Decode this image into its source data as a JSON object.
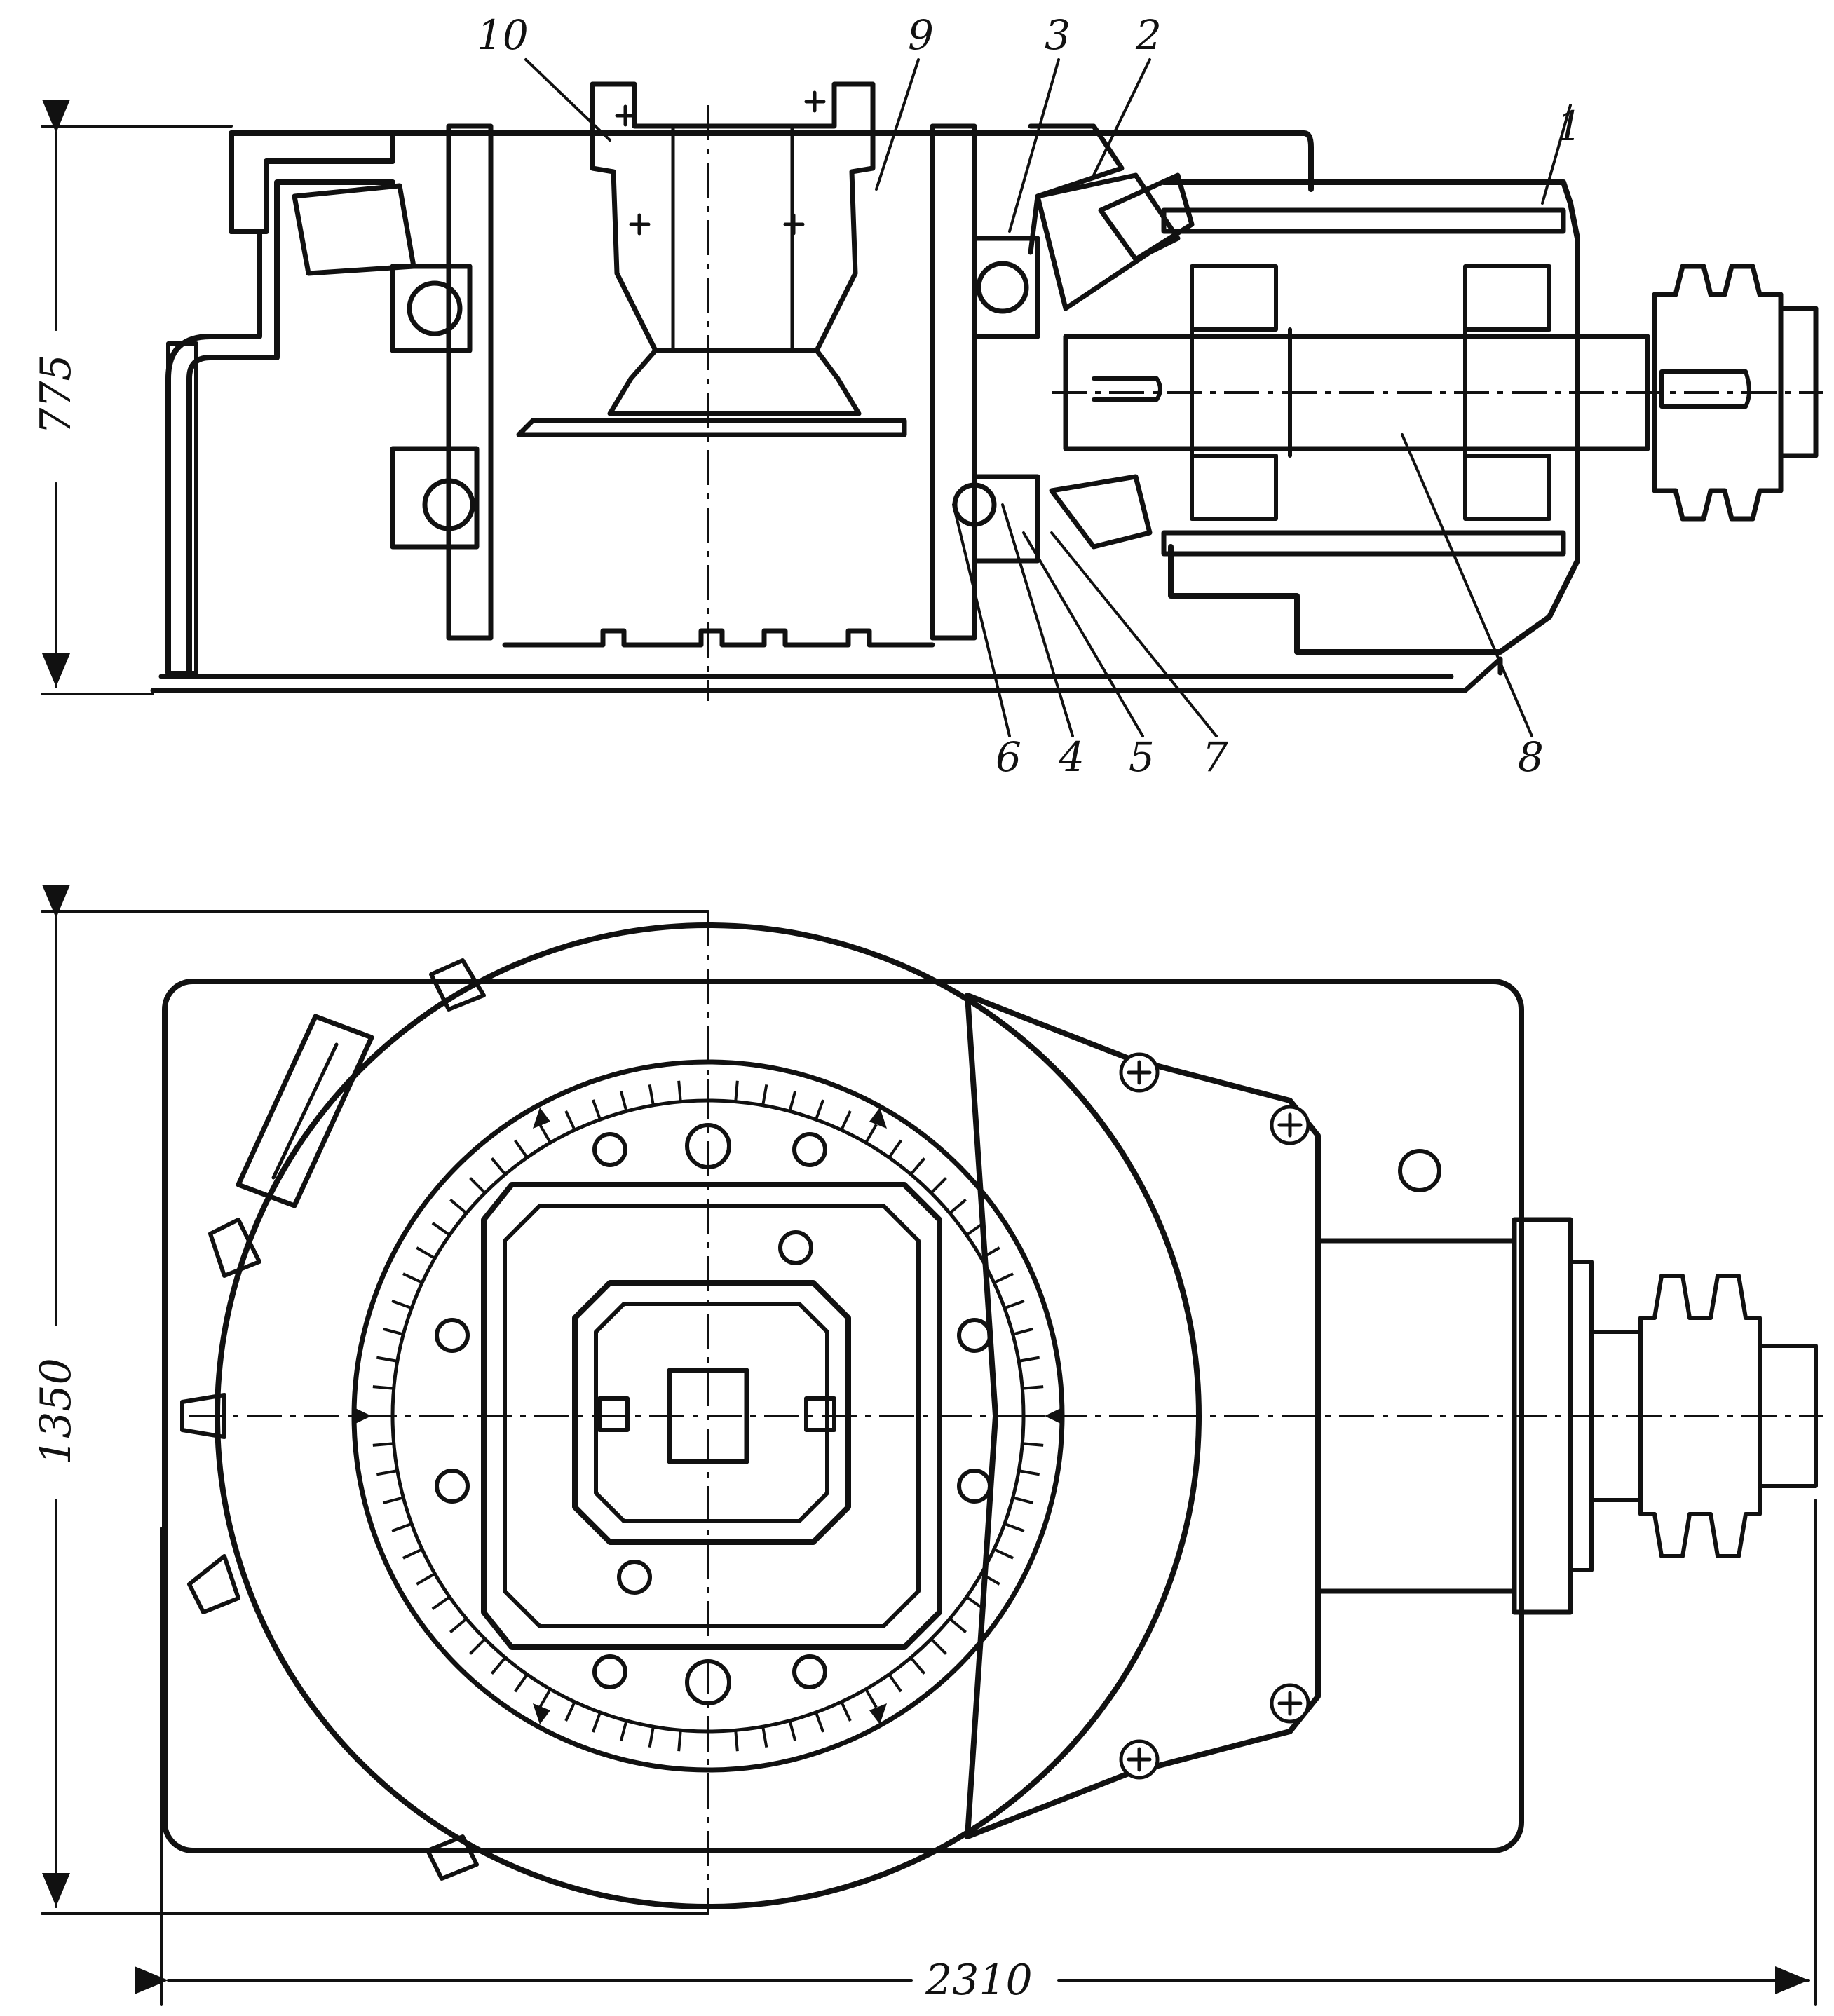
{
  "dimensions": {
    "height_section": "775",
    "height_plan": "1350",
    "width_plan": "2310"
  },
  "callouts": [
    "1",
    "2",
    "3",
    "4",
    "5",
    "6",
    "7",
    "8",
    "9",
    "10"
  ],
  "colors": {
    "ink": "#111111",
    "paper": "#ffffff"
  }
}
